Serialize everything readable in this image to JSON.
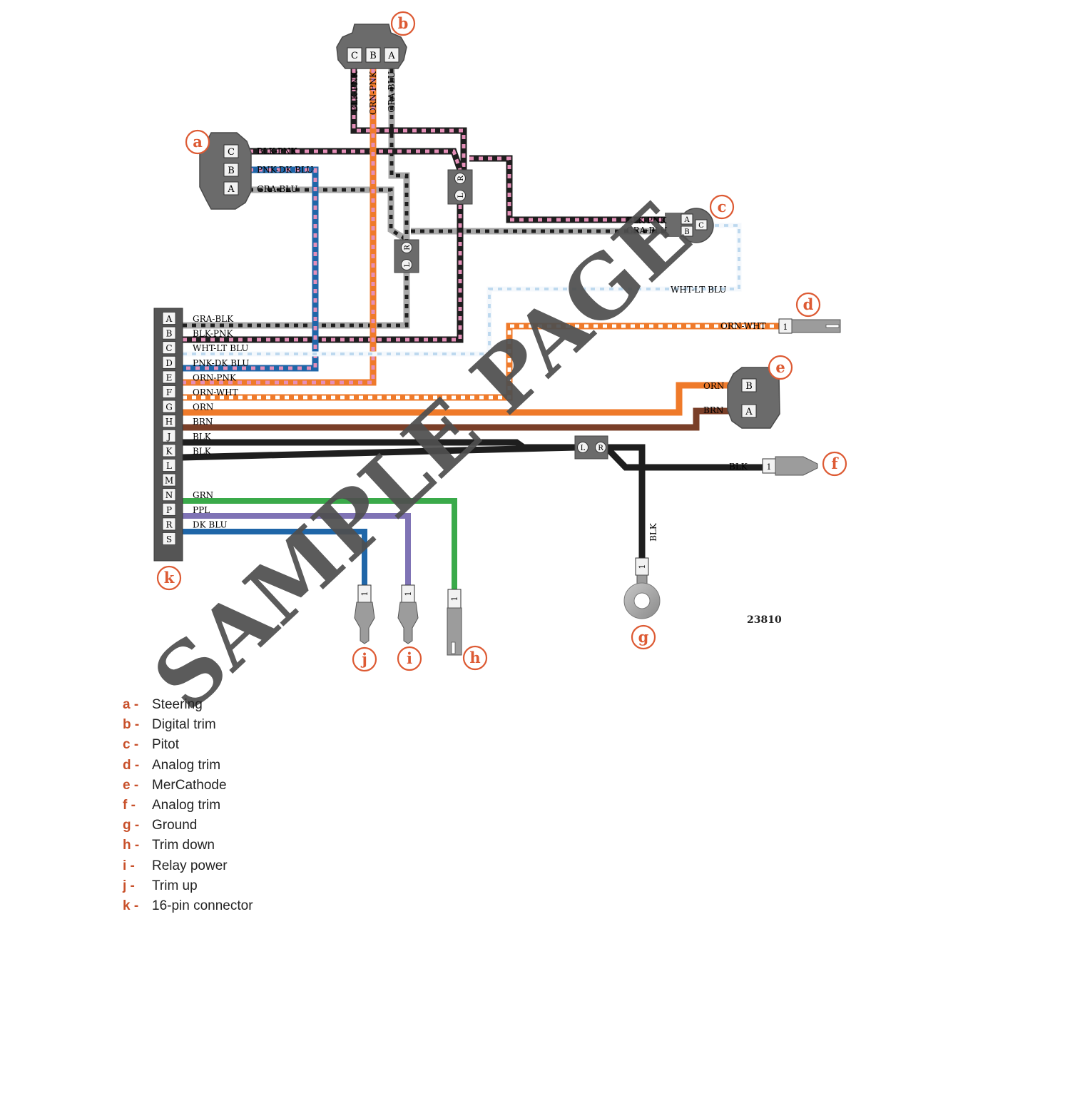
{
  "figure_number": "23810",
  "watermark": "SAMPLE PAGE",
  "colors": {
    "callout": "#dd5a33",
    "connector": "#6b6b6b",
    "panel": "#555555",
    "BLK": "#1e1e1e",
    "PNK": "#e58fb8",
    "GRA": "#a9a9a9",
    "ORN": "#ef7a2a",
    "BRN": "#7a3f28",
    "GRN": "#3aaa4a",
    "PPL": "#7f73b5",
    "DK_BLU": "#1f66a8",
    "LT_BLU": "#bcd8ee",
    "WHT": "#ffffff"
  },
  "components": {
    "a": {
      "callout": "a",
      "pins": [
        "C",
        "B",
        "A"
      ],
      "wires": [
        "BLK-PNK",
        "PNK-DK BLU",
        "GRA-BLU"
      ]
    },
    "b": {
      "callout": "b",
      "pins": [
        "C",
        "B",
        "A"
      ],
      "wires": [
        "BLK-PNK",
        "ORN-PNK",
        "GRA-BLU"
      ]
    },
    "c": {
      "callout": "c",
      "pins": [
        "A",
        "B",
        "C"
      ],
      "wires": [
        "BLK-PNK",
        "GRA-BLU"
      ]
    },
    "d": {
      "callout": "d",
      "pin": "1",
      "wire": "ORN-WHT"
    },
    "e": {
      "callout": "e",
      "pins": [
        "B",
        "A"
      ],
      "wires": [
        "ORN",
        "BRN"
      ]
    },
    "f": {
      "callout": "f",
      "pin": "1",
      "wire": "BLK"
    },
    "g": {
      "callout": "g",
      "pin": "1",
      "wire": "BLK"
    },
    "h": {
      "callout": "h",
      "pin": "1"
    },
    "i": {
      "callout": "i",
      "pin": "1"
    },
    "j": {
      "callout": "j",
      "pin": "1"
    },
    "k": {
      "callout": "k"
    }
  },
  "splices": [
    {
      "left": "L",
      "right": "R"
    },
    {
      "left": "L",
      "right": "R"
    },
    {
      "left": "L",
      "right": "R"
    }
  ],
  "wht_lt_blu_label": "WHT-LT BLU",
  "connector_k": {
    "pins": [
      "A",
      "B",
      "C",
      "D",
      "E",
      "F",
      "G",
      "H",
      "J",
      "K",
      "L",
      "M",
      "N",
      "P",
      "R",
      "S"
    ],
    "wire_labels": [
      "GRA-BLK",
      "BLK-PNK",
      "WHT-LT BLU",
      "PNK-DK BLU",
      "ORN-PNK",
      "ORN-WHT",
      "ORN",
      "BRN",
      "BLK",
      "BLK",
      "",
      "",
      "GRN",
      "PPL",
      "DK BLU",
      ""
    ]
  },
  "legend": [
    {
      "key": "a -",
      "label": "Steering"
    },
    {
      "key": "b -",
      "label": "Digital trim"
    },
    {
      "key": "c -",
      "label": "Pitot"
    },
    {
      "key": "d -",
      "label": "Analog trim"
    },
    {
      "key": "e -",
      "label": "MerCathode"
    },
    {
      "key": "f -",
      "label": "Analog trim"
    },
    {
      "key": "g -",
      "label": "Ground"
    },
    {
      "key": "h -",
      "label": "Trim down"
    },
    {
      "key": "i -",
      "label": "Relay power"
    },
    {
      "key": "j -",
      "label": "Trim up"
    },
    {
      "key": "k -",
      "label": "16-pin connector"
    }
  ]
}
